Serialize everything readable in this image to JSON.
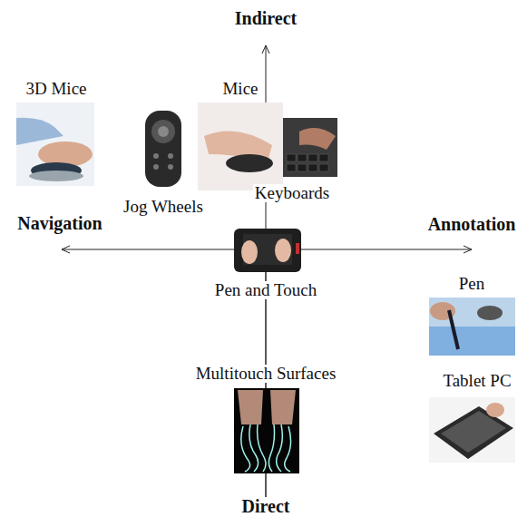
{
  "diagram": {
    "labels": [
      "Indirect",
      "3D Mice",
      "Mice",
      "Jog Wheels",
      "Keyboards",
      "Navigation",
      "Annotation",
      "Pen and Touch",
      "Pen",
      "Multitouch Surfaces",
      "Tablet PC",
      "Direct"
    ]
  }
}
